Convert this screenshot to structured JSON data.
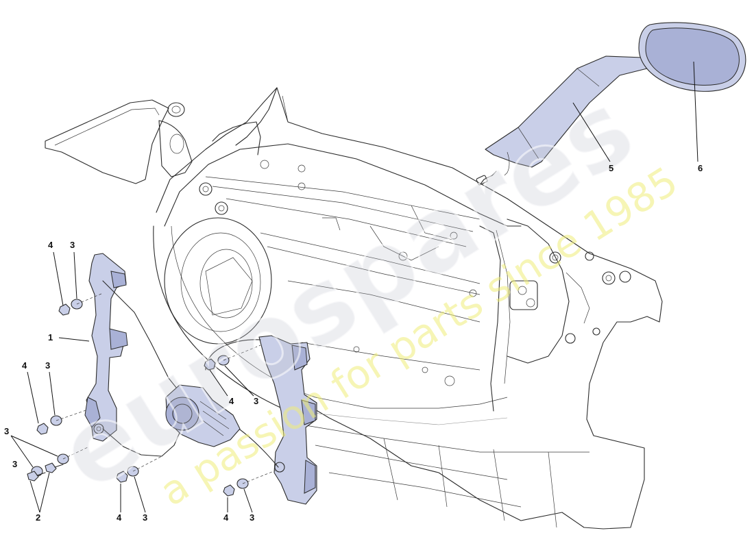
{
  "watermark": {
    "brand": "eurospares",
    "tagline": "a passion for parts since 1985"
  },
  "callouts": [
    {
      "id": "c1",
      "label": "1"
    },
    {
      "id": "c2",
      "label": "2"
    },
    {
      "id": "c3a",
      "label": "3"
    },
    {
      "id": "c3b",
      "label": "3"
    },
    {
      "id": "c3c",
      "label": "3"
    },
    {
      "id": "c3d",
      "label": "3"
    },
    {
      "id": "c3e",
      "label": "3"
    },
    {
      "id": "c3f",
      "label": "3"
    },
    {
      "id": "c3g",
      "label": "3"
    },
    {
      "id": "c4a",
      "label": "4"
    },
    {
      "id": "c4b",
      "label": "4"
    },
    {
      "id": "c4c",
      "label": "4"
    },
    {
      "id": "c4d",
      "label": "4"
    },
    {
      "id": "c4e",
      "label": "4"
    },
    {
      "id": "c5",
      "label": "5"
    },
    {
      "id": "c6",
      "label": "6"
    }
  ],
  "colors": {
    "part_fill": "#c9cfe8",
    "line": "#2a2a2a",
    "watermark_text": "#eeec78"
  }
}
